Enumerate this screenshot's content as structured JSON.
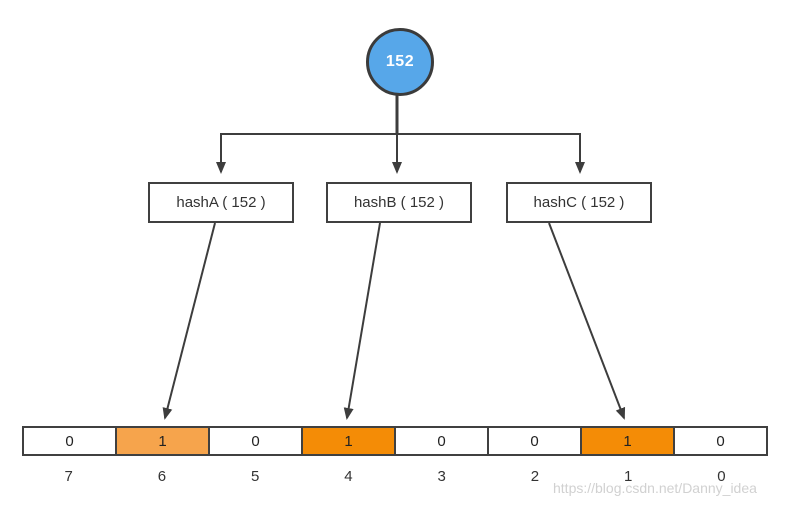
{
  "diagram": {
    "node": {
      "label": "152"
    },
    "hash_functions": [
      {
        "label": "hashA ( 152 )"
      },
      {
        "label": "hashB ( 152 )"
      },
      {
        "label": "hashC ( 152 )"
      }
    ],
    "bit_array": {
      "cells": [
        {
          "value": "0",
          "index": "7",
          "highlight": "none"
        },
        {
          "value": "1",
          "index": "6",
          "highlight": "light"
        },
        {
          "value": "0",
          "index": "5",
          "highlight": "none"
        },
        {
          "value": "1",
          "index": "4",
          "highlight": "deep"
        },
        {
          "value": "0",
          "index": "3",
          "highlight": "none"
        },
        {
          "value": "0",
          "index": "2",
          "highlight": "none"
        },
        {
          "value": "1",
          "index": "1",
          "highlight": "deep"
        },
        {
          "value": "0",
          "index": "0",
          "highlight": "none"
        }
      ]
    },
    "colors": {
      "node_fill": "#57A7E9",
      "highlight_light": "#F6A44C",
      "highlight_deep": "#F48C06",
      "cell_default": "#FFFFFF",
      "line": "#3D3D3D"
    },
    "watermark": "https://blog.csdn.net/Danny_idea"
  }
}
